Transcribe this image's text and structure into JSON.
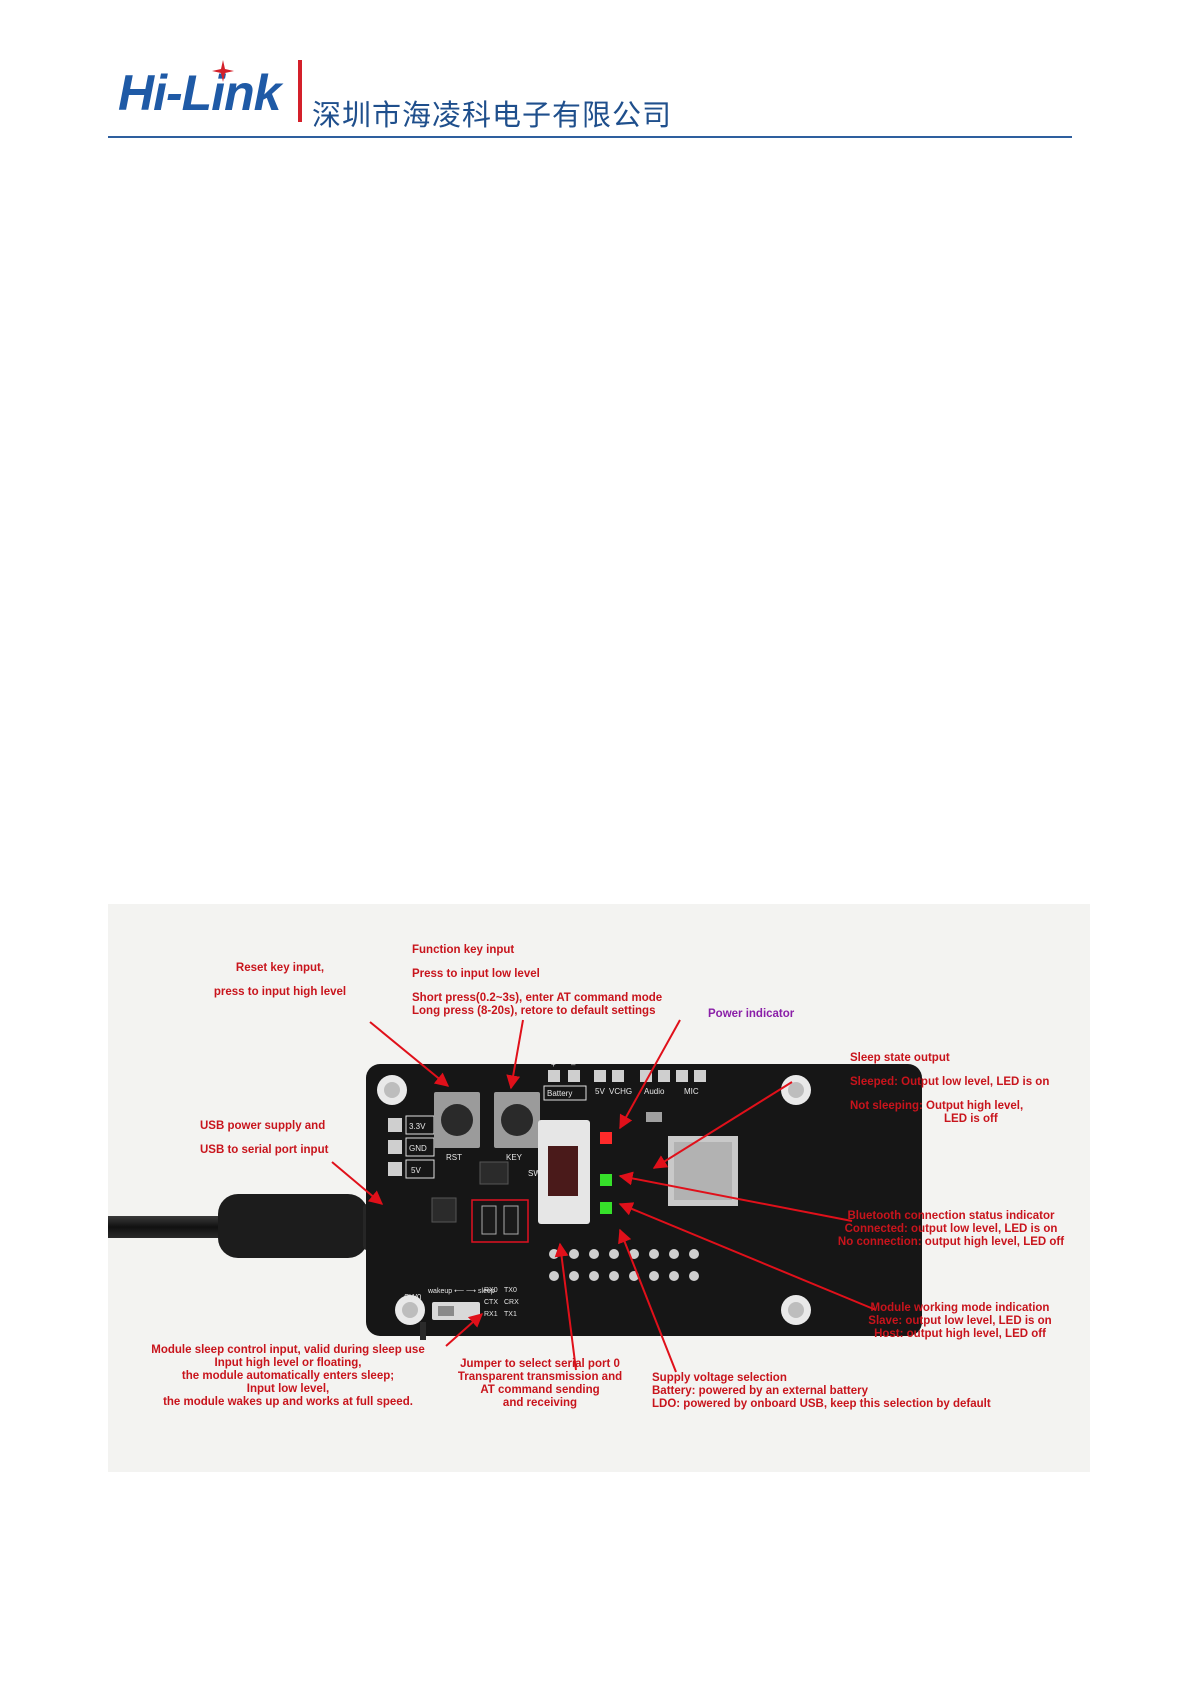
{
  "header": {
    "logo_text": "Hi-Link",
    "company_name": "深圳市海凌科电子有限公司"
  },
  "board": {
    "header_labels": {
      "battery": "Battery",
      "plus": "+",
      "minus": "–",
      "v5": "5V",
      "vchg": "VCHG",
      "audio": "Audio",
      "mic": "MIC",
      "v33": "3.3V",
      "gnd": "GND",
      "v5_left": "5V",
      "rst": "RST",
      "key": "KEY",
      "sw1": "SW1",
      "sw0": "SW0",
      "sw0_opt": "wakeup ⟵ ⟶ sleep",
      "rx0": "RX0",
      "tx0": "TX0",
      "ctx": "CTX",
      "crx": "CRX",
      "rx1": "RX1",
      "tx1": "TX1"
    }
  },
  "annotations": {
    "reset_key": [
      "Reset key input,",
      "press to input high level"
    ],
    "function_key": [
      "Function key input",
      "Press to input low level",
      "Short press(0.2~3s), enter AT command mode",
      "Long press (8-20s), retore to default settings"
    ],
    "power_indicator": "Power indicator",
    "sleep_state": [
      "Sleep state output",
      "Sleeped: Output low level, LED is on",
      "Not sleeping: Output high level,",
      "LED is off"
    ],
    "usb_power": [
      "USB power supply and",
      "USB to serial port input"
    ],
    "bt_status": [
      "Bluetooth connection status indicator",
      "Connected: output low level, LED is on",
      "No connection: output high level, LED off"
    ],
    "module_mode": [
      "Module working mode indication",
      "Slave: output low level, LED is on",
      "Host: output high level, LED off"
    ],
    "sleep_control": [
      "Module sleep control input, valid during sleep use",
      "Input high level or floating,",
      "the module automatically enters sleep;",
      "Input low level,",
      "the module wakes up and works at full speed."
    ],
    "jumper": [
      "Jumper to select serial port 0",
      "Transparent transmission and",
      "AT command sending",
      "and receiving"
    ],
    "supply_voltage": [
      "Supply voltage selection",
      "Battery: powered by an external battery",
      "LDO: powered by onboard USB, keep this selection by default"
    ]
  }
}
